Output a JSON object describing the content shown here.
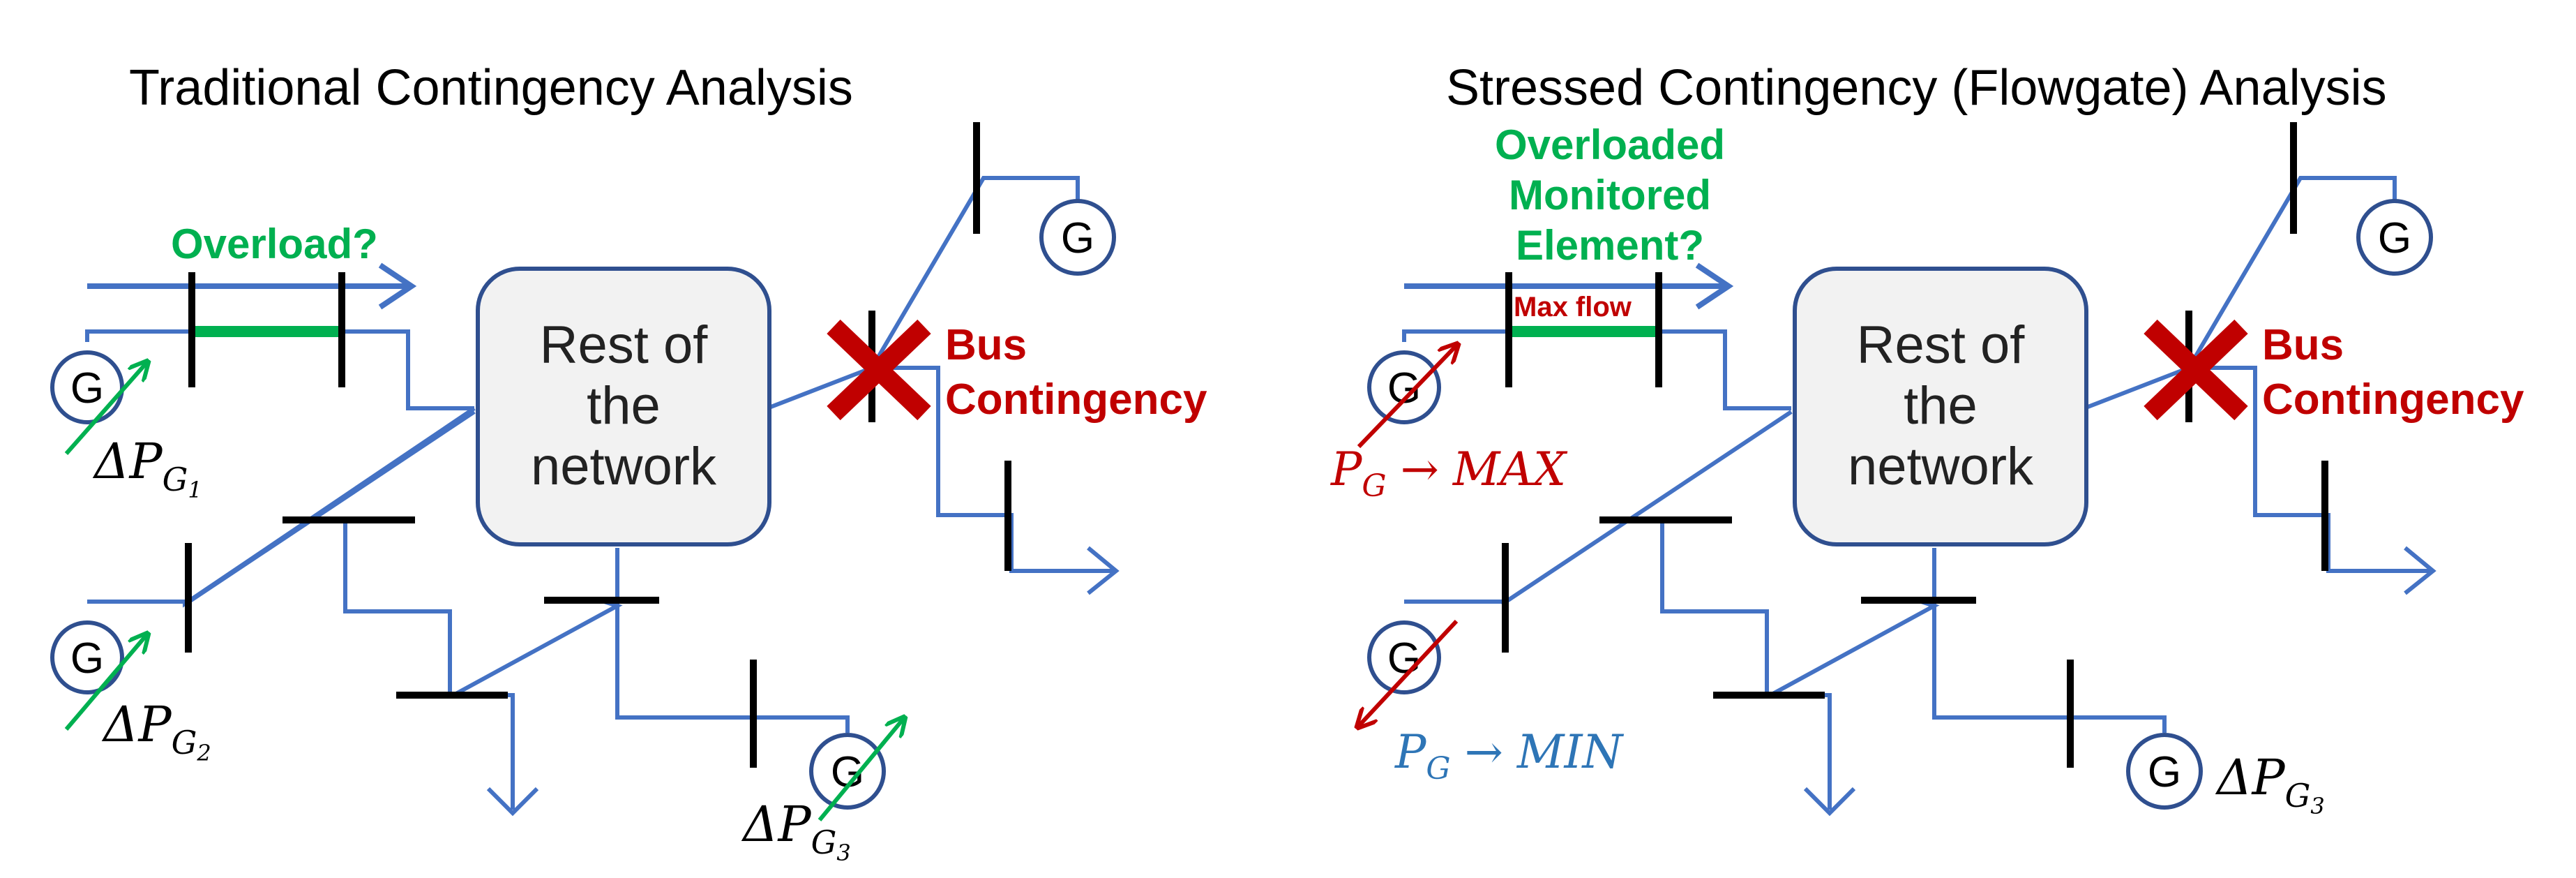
{
  "panels": [
    {
      "title": "Traditional Contingency Analysis",
      "overload_label": "Overload?",
      "box_lines": [
        "Rest of",
        "the",
        "network"
      ],
      "bus_contingency": [
        "Bus",
        "Contingency"
      ],
      "generator_symbol": "G",
      "delta_labels": [
        {
          "main": "ΔP",
          "sub": "G",
          "subsub": "1"
        },
        {
          "main": "ΔP",
          "sub": "G",
          "subsub": "2"
        },
        {
          "main": "ΔP",
          "sub": "G",
          "subsub": "3"
        }
      ]
    },
    {
      "title": "Stressed Contingency (Flowgate) Analysis",
      "overload_label_lines": [
        "Overloaded",
        "Monitored",
        "Element?"
      ],
      "max_flow_label": "Max flow",
      "box_lines": [
        "Rest of",
        "the",
        "network"
      ],
      "bus_contingency": [
        "Bus",
        "Contingency"
      ],
      "generator_symbol": "G",
      "pg_max": {
        "p": "P",
        "sub": "G",
        "arrow": "→",
        "target": "MAX"
      },
      "pg_min": {
        "p": "P",
        "sub": "G",
        "arrow": "→",
        "target": "MIN"
      },
      "delta_label": {
        "main": "ΔP",
        "sub": "G",
        "subsub": "3"
      }
    }
  ],
  "colors": {
    "line_blue": "#4472c4",
    "bus_black": "#000000",
    "green": "#00b050",
    "red": "#c00000",
    "box_fill": "#f2f2f2",
    "box_stroke": "#2f4f8f",
    "gen_stroke": "#2f4f8f",
    "pg_min_blue": "#2e75b6"
  },
  "icons": {
    "contingency": "red-x-icon",
    "generator": "generator-circle-icon",
    "load": "load-arrow-icon"
  }
}
